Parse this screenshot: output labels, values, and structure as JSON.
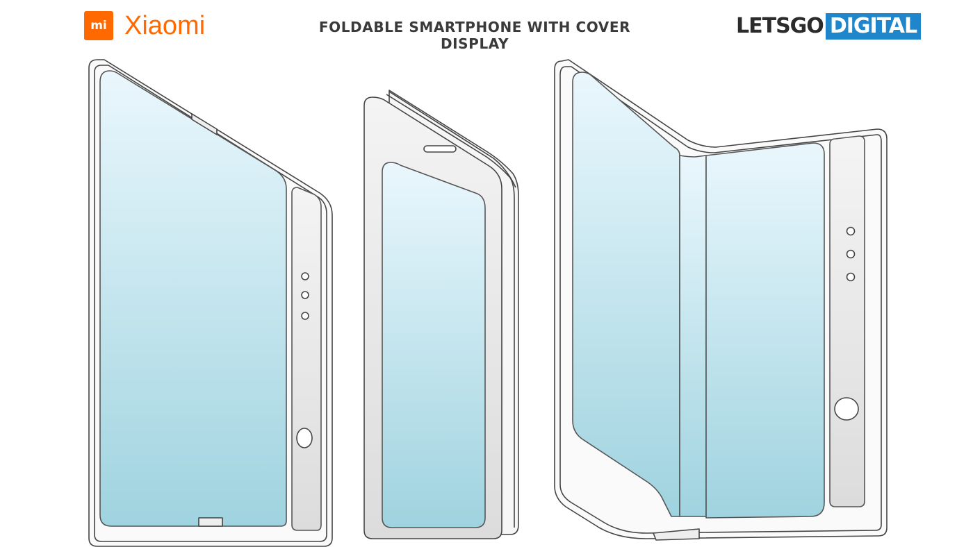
{
  "brand": {
    "mi_mark": "mi",
    "name": "Xiaomi",
    "color": "#ff6900"
  },
  "title": "FOLDABLE SMARTPHONE WITH COVER DISPLAY",
  "source": {
    "part1": "LETSGO",
    "part2": "DIGITAL",
    "accent_color": "#1f86cc"
  },
  "figures": [
    {
      "name": "unfolded-phone",
      "sensor_dots": 3,
      "fingerprint_sensor": true
    },
    {
      "name": "folded-phone-cover-display",
      "earpiece": true
    },
    {
      "name": "half-folded-phone",
      "sensor_dots": 3,
      "fingerprint_sensor": true
    }
  ],
  "colors": {
    "screen_top": "#eaf7fd",
    "screen_bottom": "#9fd3df",
    "frame": "#f2f2f2",
    "outline": "#444444"
  }
}
